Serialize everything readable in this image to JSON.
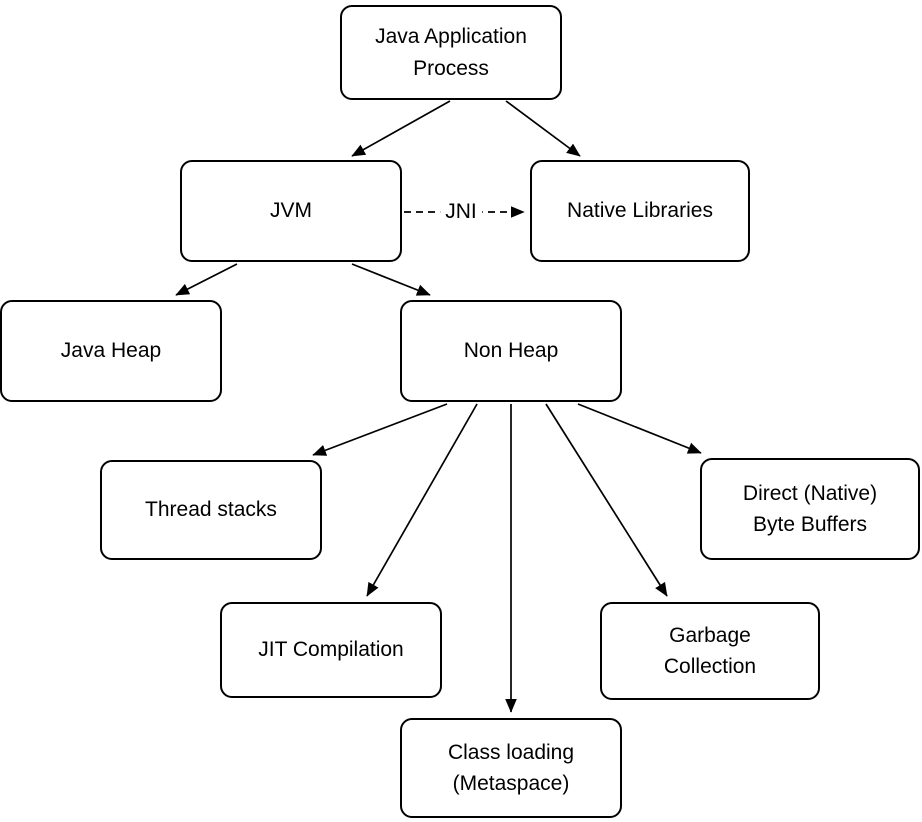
{
  "diagram": {
    "nodes": [
      {
        "id": "java-application-process",
        "label": "Java Application\nProcess"
      },
      {
        "id": "jvm",
        "label": "JVM"
      },
      {
        "id": "native-libraries",
        "label": "Native Libraries"
      },
      {
        "id": "java-heap",
        "label": "Java Heap"
      },
      {
        "id": "non-heap",
        "label": "Non Heap"
      },
      {
        "id": "thread-stacks",
        "label": "Thread stacks"
      },
      {
        "id": "jit-compilation",
        "label": "JIT Compilation"
      },
      {
        "id": "class-loading-metaspace",
        "label": "Class loading\n(Metaspace)"
      },
      {
        "id": "garbage-collection",
        "label": "Garbage\nCollection"
      },
      {
        "id": "direct-native-byte-buffers",
        "label": "Direct (Native)\nByte Buffers"
      }
    ],
    "edges": [
      {
        "from": "java-application-process",
        "to": "jvm",
        "style": "solid",
        "label": ""
      },
      {
        "from": "java-application-process",
        "to": "native-libraries",
        "style": "solid",
        "label": ""
      },
      {
        "from": "jvm",
        "to": "native-libraries",
        "style": "dashed",
        "label": "JNI"
      },
      {
        "from": "jvm",
        "to": "java-heap",
        "style": "solid",
        "label": ""
      },
      {
        "from": "jvm",
        "to": "non-heap",
        "style": "solid",
        "label": ""
      },
      {
        "from": "non-heap",
        "to": "thread-stacks",
        "style": "solid",
        "label": ""
      },
      {
        "from": "non-heap",
        "to": "jit-compilation",
        "style": "solid",
        "label": ""
      },
      {
        "from": "non-heap",
        "to": "class-loading-metaspace",
        "style": "solid",
        "label": ""
      },
      {
        "from": "non-heap",
        "to": "garbage-collection",
        "style": "solid",
        "label": ""
      },
      {
        "from": "non-heap",
        "to": "direct-native-byte-buffers",
        "style": "solid",
        "label": ""
      }
    ],
    "colors": {
      "node_fill": "#ffffff",
      "node_border": "#000000",
      "text": "#000000",
      "background": "#ffffff"
    }
  }
}
